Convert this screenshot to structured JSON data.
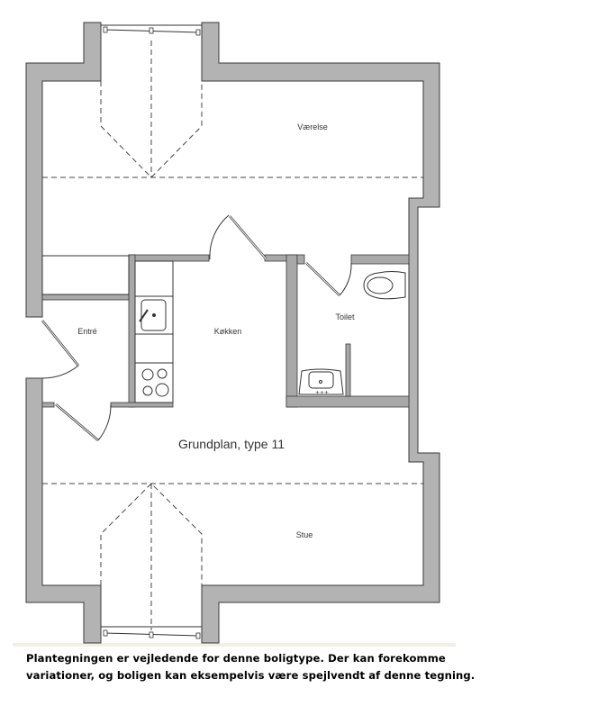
{
  "plan": {
    "title": "Grundplan, type 11",
    "rooms": {
      "vaerelse": "Værelse",
      "entre": "Entré",
      "kokken": "Køkken",
      "toilet": "Toilet",
      "stue": "Stue"
    }
  },
  "caption": {
    "line1": "Plantegningen er vejledende for denne boligtype. Der kan forekomme",
    "line2": "variationer, og boligen kan eksempelvis være spejlvendt af denne tegning."
  },
  "colors": {
    "wall": "#b3b3b3",
    "outline": "#3a3a3a"
  }
}
